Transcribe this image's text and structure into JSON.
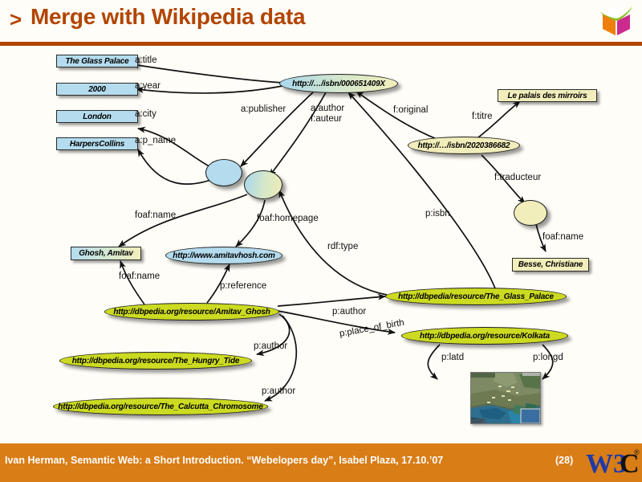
{
  "header": {
    "chevron": ">",
    "title": "Merge with Wikipedia data",
    "logo_icon": "cube-logo-icon"
  },
  "footer": {
    "text": "Ivan Herman, Semantic Web: a Short Introduction. “Webelopers day”, Isabel Plaza, 17.10.’07",
    "page": "(28)",
    "logo_icon": "w3c-logo-icon"
  },
  "colors": {
    "brand_orange": "#d97d17",
    "title_brown": "#b24500",
    "literal_blue": "#b4dcee",
    "literal_yellow": "#f2eebb",
    "resource_olive": "#ccdb21",
    "rule": "#b24500"
  },
  "graph": {
    "nodes": [
      {
        "id": "lit_title",
        "label": "The Glass Palace"
      },
      {
        "id": "lit_year",
        "label": "2000"
      },
      {
        "id": "lit_city",
        "label": "London"
      },
      {
        "id": "lit_pname",
        "label": "HarpersCollins"
      },
      {
        "id": "res_isbn_en",
        "label": "http://…/isbn/000651409X"
      },
      {
        "id": "res_isbn_fr",
        "label": "http://…/isbn/2020386682"
      },
      {
        "id": "lit_titre_fr",
        "label": "Le palais des mirroirs"
      },
      {
        "id": "bnode_publisher",
        "label": ""
      },
      {
        "id": "bnode_author",
        "label": ""
      },
      {
        "id": "bnode_translator",
        "label": ""
      },
      {
        "id": "lit_ghosh",
        "label": "Ghosh, Amitav"
      },
      {
        "id": "lit_besse",
        "label": "Besse, Christiane"
      },
      {
        "id": "res_homepage",
        "label": "http://www.amitavhosh.com"
      },
      {
        "id": "res_dbp_ghosh",
        "label": "http://dbpedia.org/resource/Amitav_Ghosh"
      },
      {
        "id": "res_dbp_tide",
        "label": "http://dbpedia.org/resource/The_Hungry_Tide"
      },
      {
        "id": "res_dbp_chromo",
        "label": "http://dbpedia.org/resource/The_Calcutta_Chromosome"
      },
      {
        "id": "res_dbp_glass",
        "label": "http://dbpedia/resource/The_Glass_Palace"
      },
      {
        "id": "res_dbp_kolkata",
        "label": "http://dbpedia.org/resource/Kolkata"
      }
    ],
    "edge_labels": {
      "a_title": "a:title",
      "a_year": "a:year",
      "a_city": "a:city",
      "a_p_name": "a:p_name",
      "a_publisher": "a:publisher",
      "a_author": "a:author",
      "f_auteur": "f:auteur",
      "f_original": "f:original",
      "f_titre": "f:titre",
      "f_traducteur": "f:traducteur",
      "foaf_name_author": "foaf:name",
      "foaf_homepage": "foaf:homepage",
      "foaf_name_dbp": "foaf:name",
      "foaf_name_translator": "foaf:name",
      "p_reference": "p:reference",
      "rdf_type": "rdf:type",
      "p_isbn": "p:isbn",
      "p_author_glass": "p:author",
      "p_author_tide": "p:author",
      "p_author_chromo": "p:author",
      "p_place_of_birth": "p:place_of_birth",
      "p_latd": "p:latd",
      "p_longd": "p:longd"
    },
    "satellite_image_alt": "satellite-map-of-kolkata-region"
  }
}
